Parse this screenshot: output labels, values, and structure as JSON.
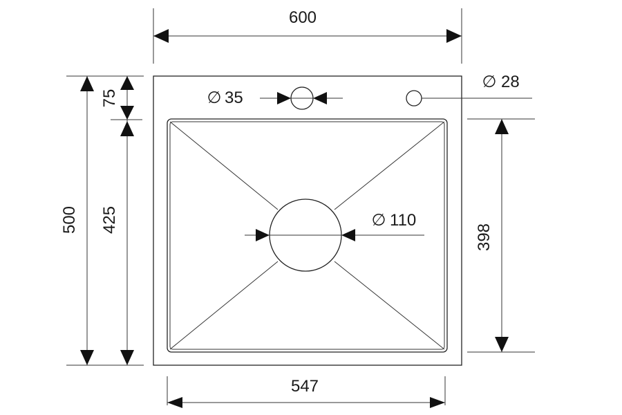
{
  "dimensions": {
    "overall_width": "600",
    "overall_depth": "500",
    "back_ledge": "75",
    "bowl_depth_outer": "425",
    "bowl_depth_inner": "398",
    "bowl_width": "547",
    "tap_hole_diameter": "35",
    "small_hole_diameter": "28",
    "drain_diameter": "110"
  },
  "symbols": {
    "diameter": "∅"
  }
}
